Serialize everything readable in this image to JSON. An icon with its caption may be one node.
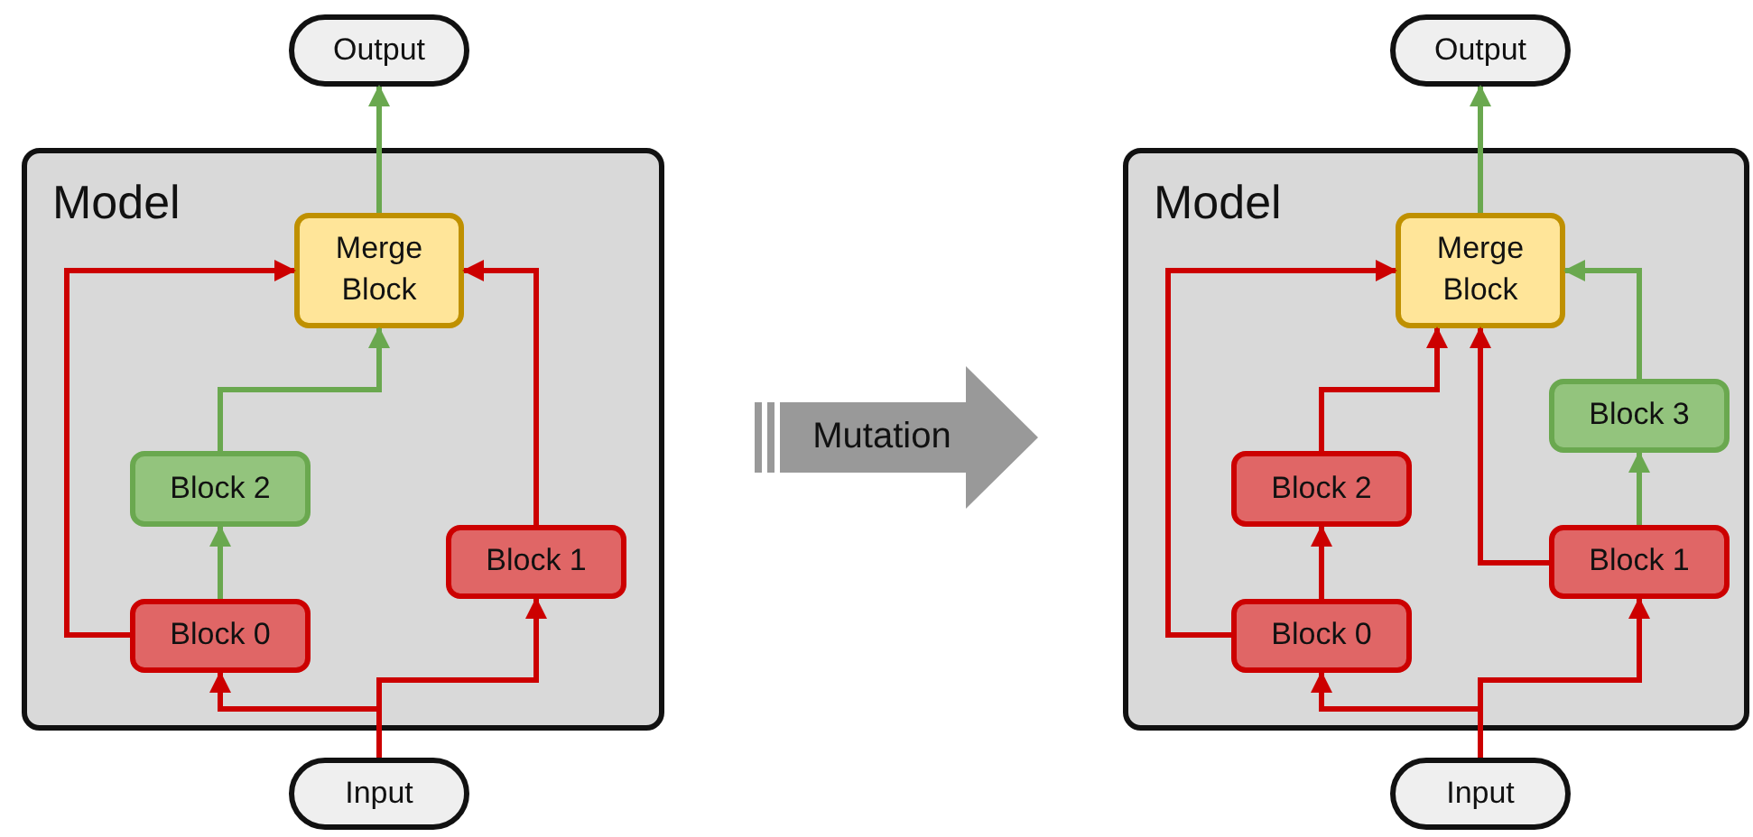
{
  "diagram": {
    "nodes": [
      {
        "text": [
          "Output"
        ]
      },
      {
        "text": [
          "Model"
        ]
      },
      {
        "text": [
          "Merge Block"
        ],
        "in": 1
      },
      {
        "text": [
          "Block 2"
        ],
        "in": 1
      },
      {
        "text": [
          "Block 1"
        ],
        "in": 1
      },
      {
        "text": [
          "Block 0"
        ],
        "in": 1
      },
      {
        "text": [
          "Input"
        ]
      },
      {
        "text": [
          "Mutation"
        ]
      },
      {
        "text": [
          "Output"
        ]
      },
      {
        "text": [
          "Model"
        ]
      },
      {
        "text": [
          "Merge Block"
        ],
        "in": 9
      },
      {
        "text": [
          "Block 3"
        ],
        "in": 9
      },
      {
        "text": [
          "Block 2"
        ],
        "in": 9
      },
      {
        "text": [
          "Block 1"
        ],
        "in": 9
      },
      {
        "text": [
          "Block 0"
        ],
        "in": 9
      },
      {
        "text": [
          "Input"
        ]
      }
    ],
    "edges": [
      {
        "from": 6,
        "to": 5,
        "arrow": "to"
      },
      {
        "from": 6,
        "to": 4,
        "arrow": "to"
      },
      {
        "from": 5,
        "to": 2,
        "arrow": "to"
      },
      {
        "from": 4,
        "to": 2,
        "arrow": "to"
      },
      {
        "from": 5,
        "to": 3,
        "arrow": "to",
        "color": "#6aa84f"
      },
      {
        "from": 3,
        "to": 2,
        "arrow": "to",
        "color": "#6aa84f"
      },
      {
        "from": 2,
        "to": 0,
        "arrow": "to",
        "color": "#6aa84f"
      },
      {
        "from": 15,
        "to": 14,
        "arrow": "to"
      },
      {
        "from": 15,
        "to": 13,
        "arrow": "to"
      },
      {
        "from": 14,
        "to": 10,
        "arrow": "to"
      },
      {
        "from": 14,
        "to": 12,
        "arrow": "to"
      },
      {
        "from": 12,
        "to": 10,
        "arrow": "to"
      },
      {
        "from": 13,
        "to": 10,
        "arrow": "to"
      },
      {
        "from": 13,
        "to": 11,
        "arrow": "to",
        "color": "#6aa84f"
      },
      {
        "from": 11,
        "to": 10,
        "arrow": "to",
        "color": "#6aa84f"
      },
      {
        "from": 10,
        "to": 8,
        "arrow": "to",
        "color": "#6aa84f"
      }
    ]
  }
}
